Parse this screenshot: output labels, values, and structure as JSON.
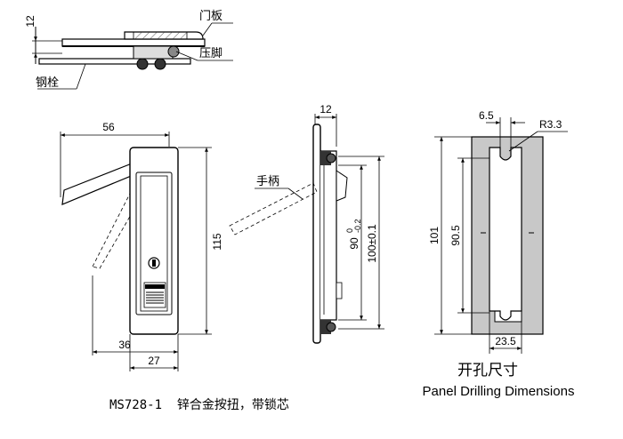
{
  "top_view": {
    "dim_12": "12",
    "label_door_panel": "门板",
    "label_press_foot": "压脚",
    "label_steel_bolt": "钢栓"
  },
  "front_view": {
    "dim_56": "56",
    "dim_115": "115",
    "dim_36": "36",
    "dim_27": "27"
  },
  "side_view": {
    "dim_12": "12",
    "label_handle": "手柄",
    "dim_90_main": "90",
    "dim_90_upper_tol": "0",
    "dim_90_lower_tol": "-0.2",
    "dim_100": "100±0.1"
  },
  "cutout_view": {
    "dim_6_5": "6.5",
    "dim_r3_3": "R3.3",
    "dim_101": "101",
    "dim_90_5": "90.5",
    "dim_23_5": "23.5",
    "title_cn": "开孔尺寸",
    "title_en": "Panel Drilling Dimensions"
  },
  "caption": "MS728-1  锌合金按扭，带锁芯"
}
